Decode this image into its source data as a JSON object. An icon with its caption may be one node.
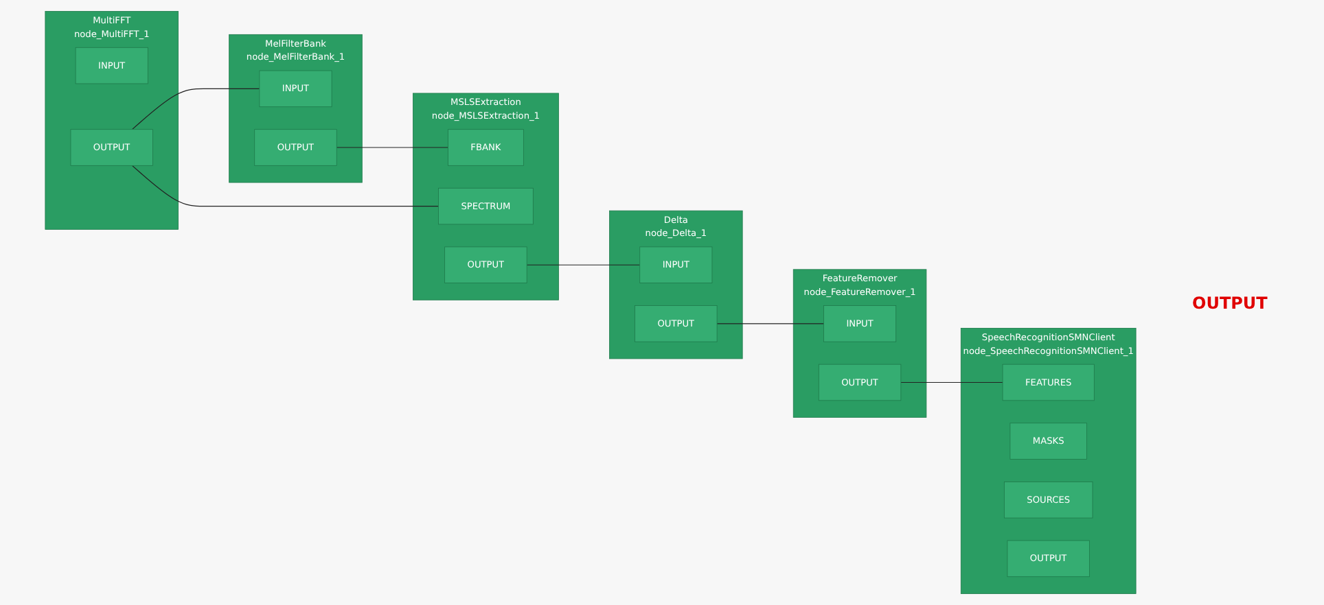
{
  "diagram": {
    "nodes": [
      {
        "text": [
          "MultiFFT",
          "node_MultiFFT_1"
        ]
      },
      {
        "text": [
          "INPUT"
        ],
        "in": 0
      },
      {
        "text": [
          "OUTPUT"
        ],
        "in": 0
      },
      {
        "text": [
          "MelFilterBank",
          "node_MelFilterBank_1"
        ]
      },
      {
        "text": [
          "INPUT"
        ],
        "in": 3
      },
      {
        "text": [
          "OUTPUT"
        ],
        "in": 3
      },
      {
        "text": [
          "MSLSExtraction",
          "node_MSLSExtraction_1"
        ]
      },
      {
        "text": [
          "FBANK"
        ],
        "in": 6
      },
      {
        "text": [
          "SPECTRUM"
        ],
        "in": 6
      },
      {
        "text": [
          "OUTPUT"
        ],
        "in": 6
      },
      {
        "text": [
          "Delta",
          "node_Delta_1"
        ]
      },
      {
        "text": [
          "INPUT"
        ],
        "in": 10
      },
      {
        "text": [
          "OUTPUT"
        ],
        "in": 10
      },
      {
        "text": [
          "FeatureRemover",
          "node_FeatureRemover_1"
        ]
      },
      {
        "text": [
          "INPUT"
        ],
        "in": 13
      },
      {
        "text": [
          "OUTPUT"
        ],
        "in": 13
      },
      {
        "text": [
          "SpeechRecognitionSMNClient",
          "node_SpeechRecognitionSMNClient_1"
        ]
      },
      {
        "text": [
          "FEATURES"
        ],
        "in": 16
      },
      {
        "text": [
          "MASKS"
        ],
        "in": 16
      },
      {
        "text": [
          "SOURCES"
        ],
        "in": 16
      },
      {
        "text": [
          "OUTPUT"
        ],
        "in": 16
      }
    ],
    "edges": [
      {
        "from": 2,
        "to": 4,
        "arrow": "none"
      },
      {
        "from": 5,
        "to": 7,
        "arrow": "none"
      },
      {
        "from": 2,
        "to": 8,
        "arrow": "none"
      },
      {
        "from": 9,
        "to": 11,
        "arrow": "none"
      },
      {
        "from": 12,
        "to": 14,
        "arrow": "none"
      },
      {
        "from": 15,
        "to": 17,
        "arrow": "none"
      }
    ],
    "labels": [
      "OUTPUT"
    ]
  }
}
